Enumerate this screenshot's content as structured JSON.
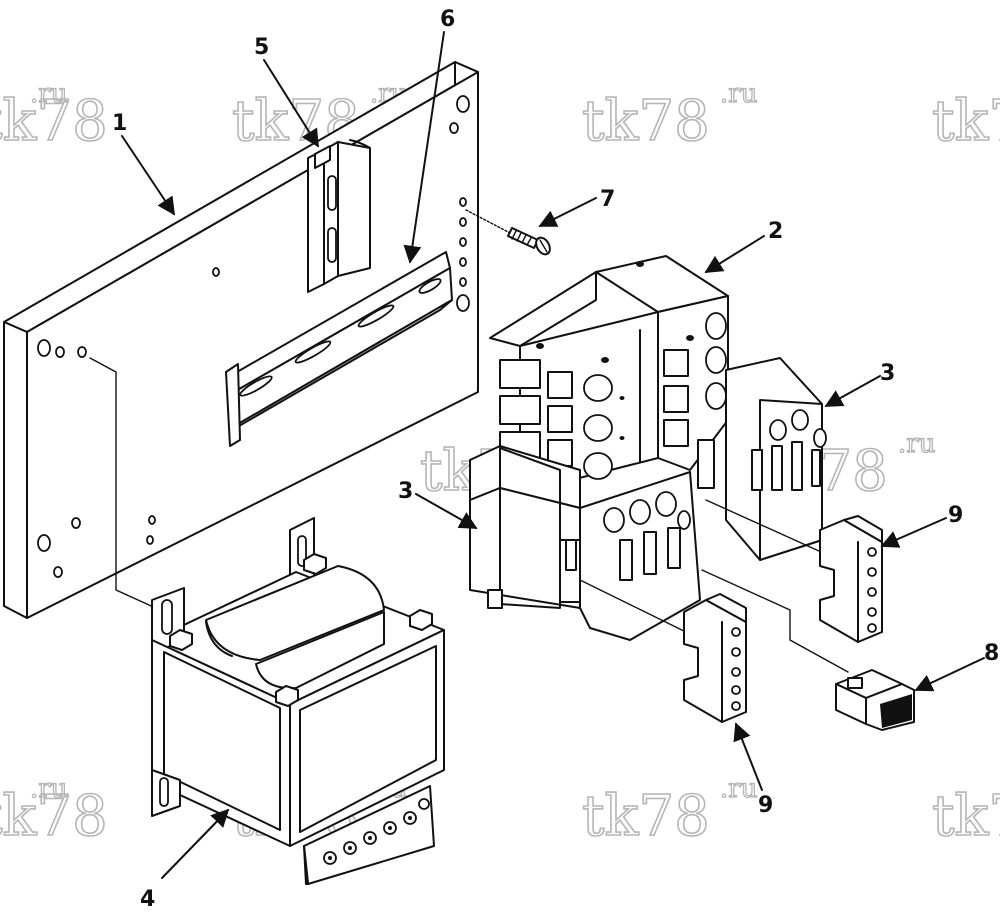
{
  "watermark": {
    "text": "tk78",
    "suffix": ".ru"
  },
  "callouts": {
    "c1": "1",
    "c2": "2",
    "c3a": "3",
    "c3b": "3",
    "c4": "4",
    "c5": "5",
    "c6": "6",
    "c7": "7",
    "c8": "8",
    "c9a": "9",
    "c9b": "9"
  },
  "parts": {
    "p1": "mounting-plate",
    "p2": "contactor",
    "p3": "relay",
    "p4": "transformer",
    "p5": "vertical-din-rail",
    "p6": "horizontal-din-rail",
    "p7": "screw",
    "p8": "connector-plug",
    "p9": "auxiliary-contact-block"
  }
}
